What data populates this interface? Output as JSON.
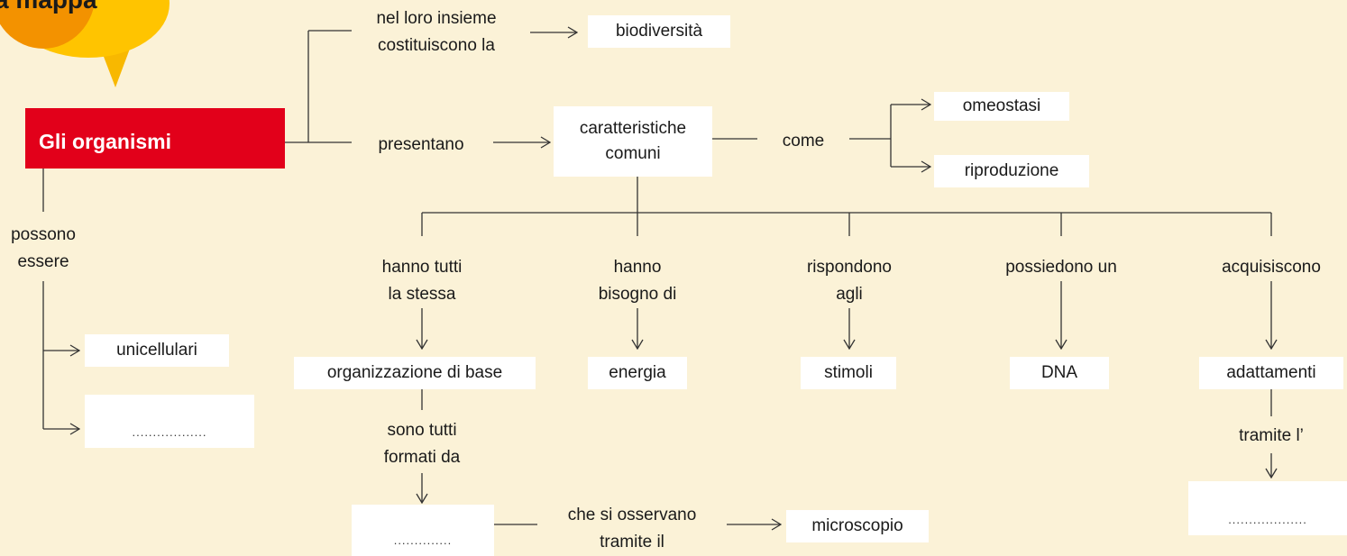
{
  "header": {
    "badge_title": "a mappa"
  },
  "map": {
    "main_concept": "Gli organismi",
    "nodes": {
      "biodiversita": "biodiversità",
      "caratteristiche": "caratteristiche\ncomuni",
      "omeostasi": "omeostasi",
      "riproduzione": "riproduzione",
      "unicellulari": "unicellulari",
      "blank_left": "..................",
      "organizzazione": "organizzazione di base",
      "energia": "energia",
      "stimoli": "stimoli",
      "dna": "DNA",
      "adattamenti": "adattamenti",
      "blank_bottom": "..............",
      "microscopio": "microscopio",
      "blank_right": "..................."
    },
    "links": {
      "nel_loro_insieme": "nel loro insieme\ncostituiscono la",
      "presentano": "presentano",
      "come": "come",
      "possono_essere": "possono\nessere",
      "hanno_tutti": "hanno tutti\nla stessa",
      "hanno_bisogno": "hanno\nbisogno di",
      "rispondono": "rispondono\nagli",
      "possiedono": "possiedono un",
      "acquisiscono": "acquisiscono",
      "sono_tutti": "sono tutti\nformati da",
      "tramite_l": "tramite l’",
      "che_si_osservano": "che si osservano\ntramite il"
    }
  }
}
